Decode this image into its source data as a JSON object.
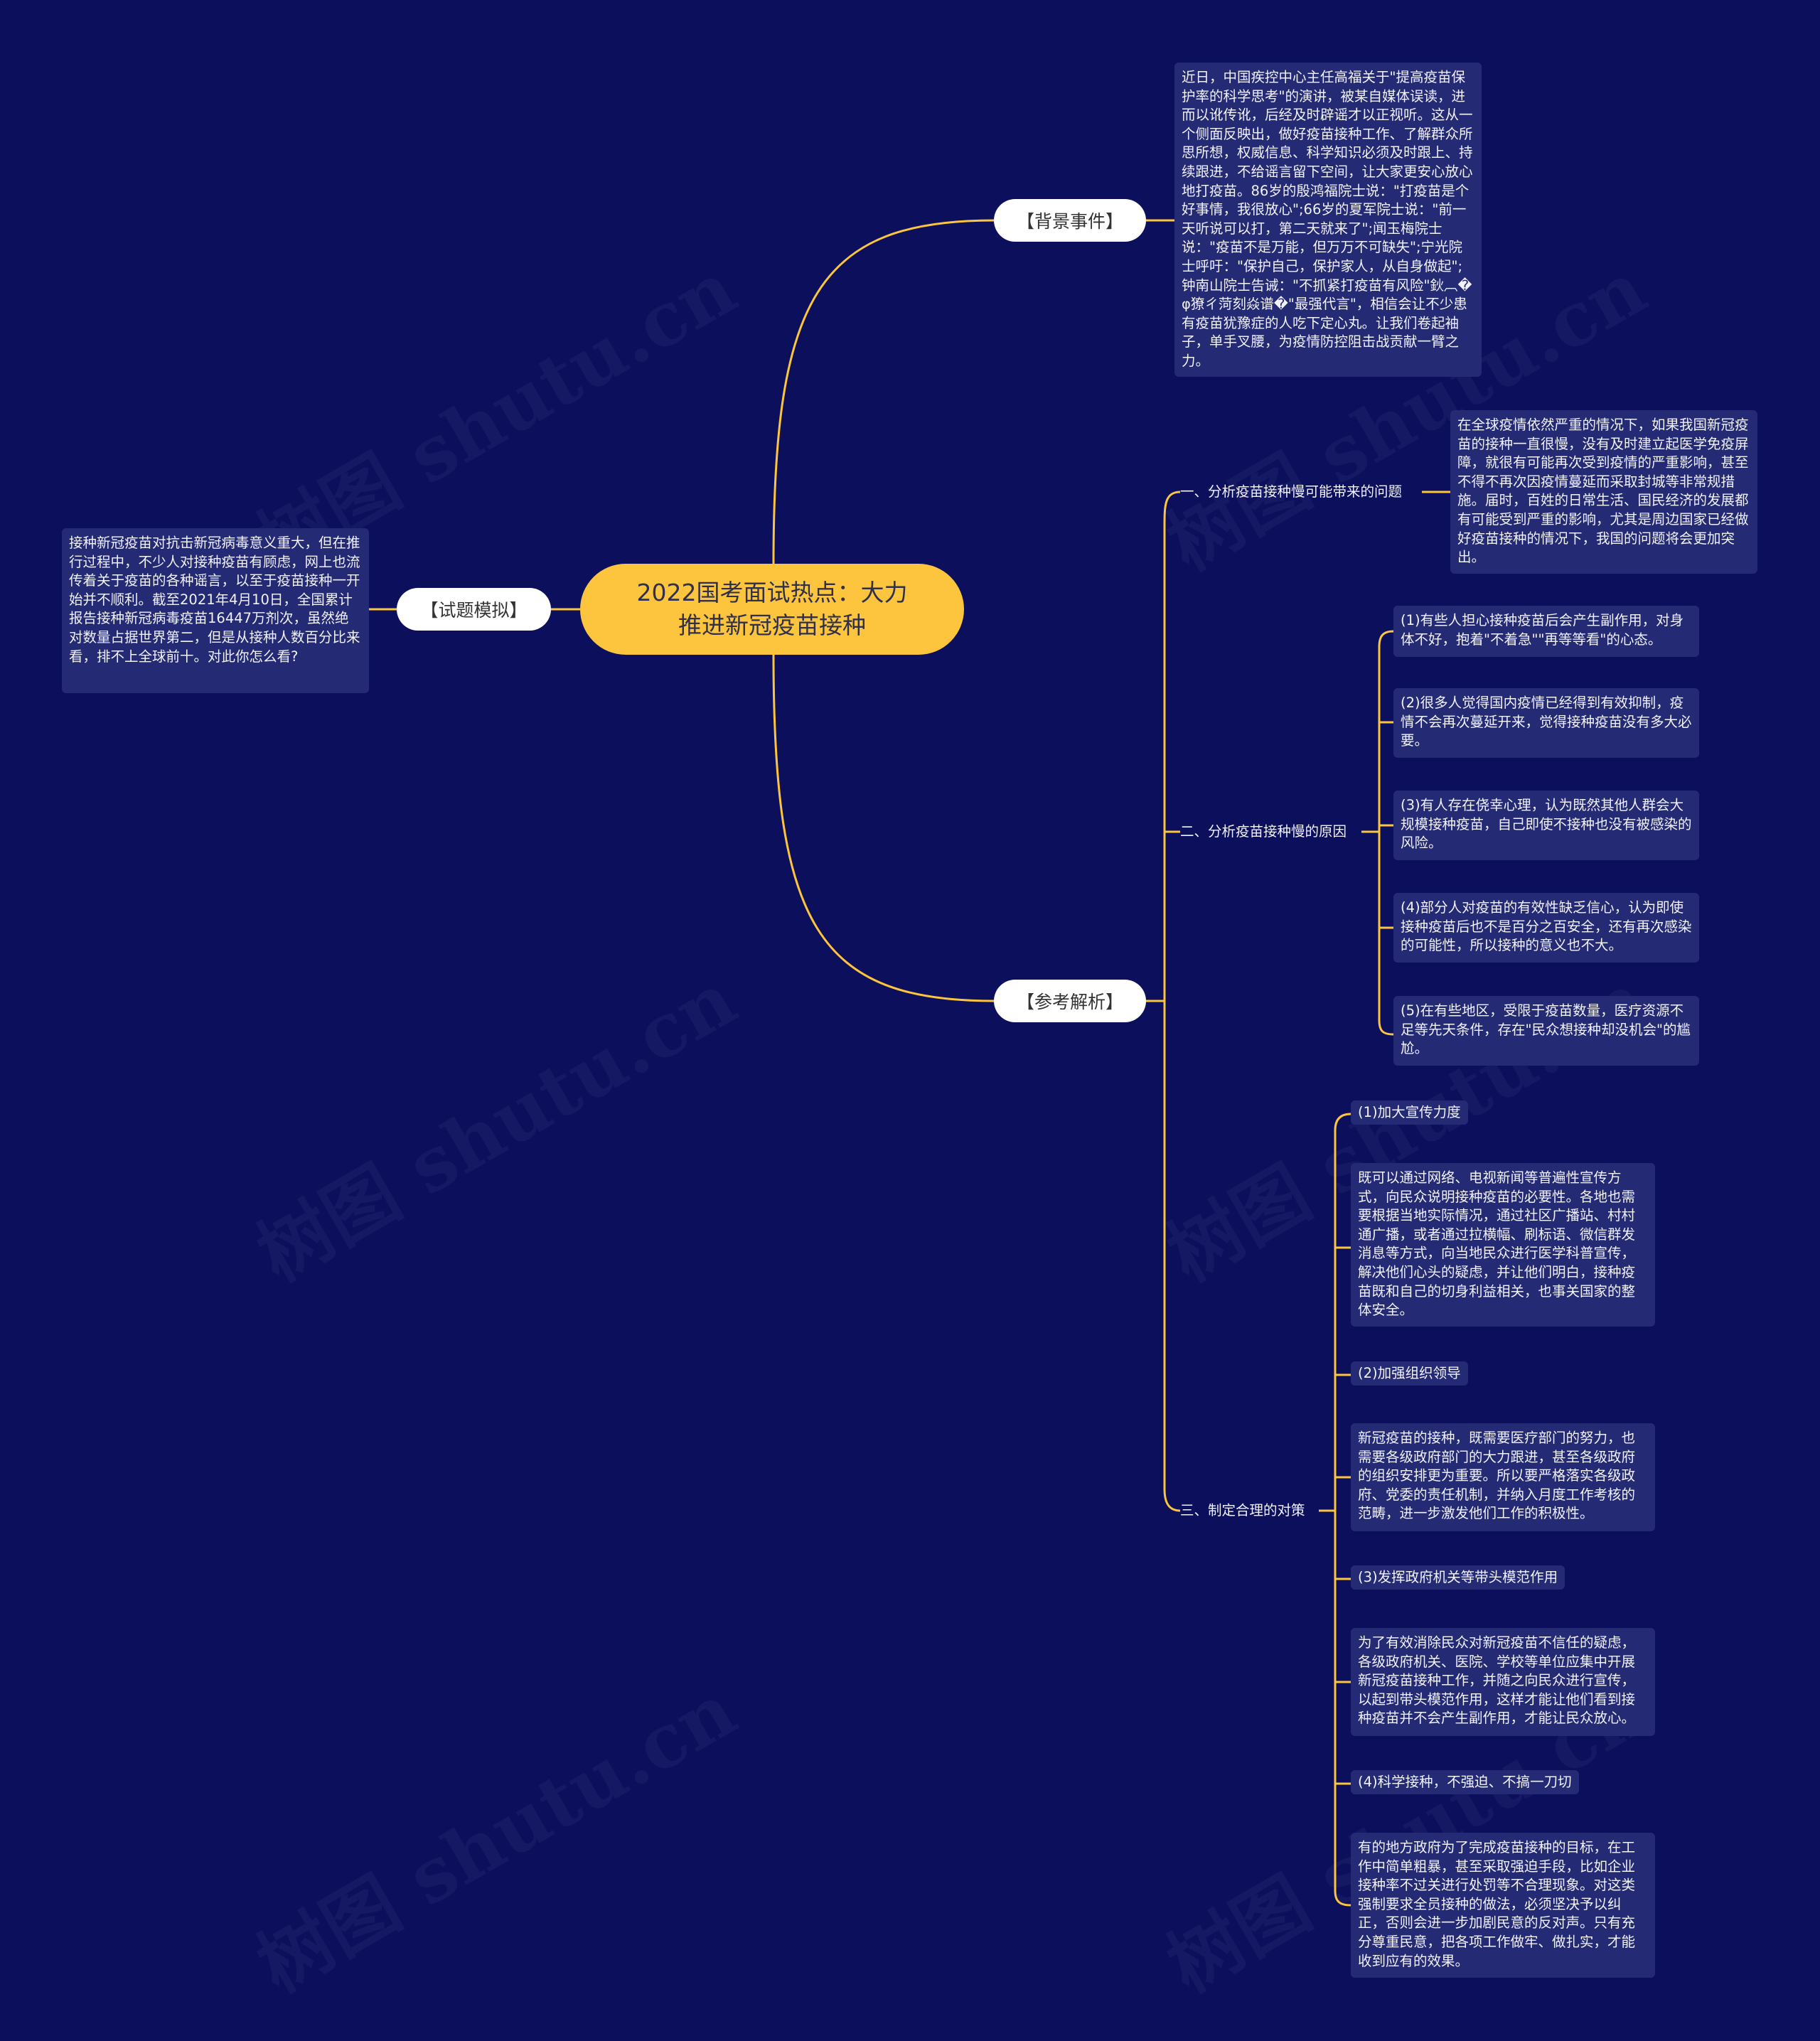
{
  "watermark": "树图 shutu.cn",
  "colors": {
    "background": "#0b0f5c",
    "root": "#fcc53d",
    "line": "#fcc53d",
    "box": "#252a75",
    "pill": "#ffffff"
  },
  "root": {
    "line1": "2022国考面试热点：大力",
    "line2": "推进新冠疫苗接种"
  },
  "branches": {
    "background": {
      "label": "【背景事件】",
      "text": "近日，中国疾控中心主任高福关于\"提高疫苗保护率的科学思考\"的演讲，被某自媒体误读，进而以讹传讹，后经及时辟谣才以正视听。这从一个侧面反映出，做好疫苗接种工作、了解群众所思所想，权威信息、科学知识必须及时跟上、持续跟进，不给谣言留下空间，让大家更安心放心地打疫苗。86岁的殷鸿福院士说：\"打疫苗是个好事情，我很放心\";66岁的夏军院士说：\"前一天听说可以打，第二天就来了\";闻玉梅院士说：\"疫苗不是万能，但万万不可缺失\";宁光院士呼吁：\"保护自己，保护家人，从自身做起\";钟南山院士告诫：\"不抓紧打疫苗有风险\"鈥︹�φ獠ㄔ菏刻焱谱�\"最强代言\"，相信会让不少患有疫苗犹豫症的人吃下定心丸。让我们卷起袖子，单手叉腰，为疫情防控阻击战贡献一臂之力。"
    },
    "simulation": {
      "label": "【试题模拟】",
      "text": "接种新冠疫苗对抗击新冠病毒意义重大，但在推行过程中，不少人对接种疫苗有顾虑，网上也流传着关于疫苗的各种谣言，以至于疫苗接种一开始并不顺利。截至2021年4月10日，全国累计报告接种新冠病毒疫苗16447万剂次，虽然绝对数量占据世界第二，但是从接种人数百分比来看，排不上全球前十。对此你怎么看?"
    },
    "analysis": {
      "label": "【参考解析】",
      "section1": {
        "title": "一、分析疫苗接种慢可能带来的问题",
        "text": "在全球疫情依然严重的情况下，如果我国新冠疫苗的接种一直很慢，没有及时建立起医学免疫屏障，就很有可能再次受到疫情的严重影响，甚至不得不再次因疫情蔓延而采取封城等非常规措施。届时，百姓的日常生活、国民经济的发展都有可能受到严重的影响，尤其是周边国家已经做好疫苗接种的情况下，我国的问题将会更加突出。"
      },
      "section2": {
        "title": "二、分析疫苗接种慢的原因",
        "items": [
          "(1)有些人担心接种疫苗后会产生副作用，对身体不好，抱着\"不着急\"\"再等等看\"的心态。",
          "(2)很多人觉得国内疫情已经得到有效抑制，疫情不会再次蔓延开来，觉得接种疫苗没有多大必要。",
          "(3)有人存在侥幸心理，认为既然其他人群会大规模接种疫苗，自己即使不接种也没有被感染的风险。",
          "(4)部分人对疫苗的有效性缺乏信心，认为即使接种疫苗后也不是百分之百安全，还有再次感染的可能性，所以接种的意义也不大。",
          "(5)在有些地区，受限于疫苗数量，医疗资源不足等先天条件，存在\"民众想接种却没机会\"的尴尬。"
        ]
      },
      "section3": {
        "title": "三、制定合理的对策",
        "items": [
          {
            "heading": "(1)加大宣传力度",
            "text": "既可以通过网络、电视新闻等普遍性宣传方式，向民众说明接种疫苗的必要性。各地也需要根据当地实际情况，通过社区广播站、村村通广播，或者通过拉横幅、刷标语、微信群发消息等方式，向当地民众进行医学科普宣传，解决他们心头的疑虑，并让他们明白，接种疫苗既和自己的切身利益相关，也事关国家的整体安全。"
          },
          {
            "heading": "(2)加强组织领导",
            "text": "新冠疫苗的接种，既需要医疗部门的努力，也需要各级政府部门的大力跟进，甚至各级政府的组织安排更为重要。所以要严格落实各级政府、党委的责任机制，并纳入月度工作考核的范畴，进一步激发他们工作的积极性。"
          },
          {
            "heading": "(3)发挥政府机关等带头模范作用",
            "text": "为了有效消除民众对新冠疫苗不信任的疑虑，各级政府机关、医院、学校等单位应集中开展新冠疫苗接种工作，并随之向民众进行宣传，以起到带头模范作用，这样才能让他们看到接种疫苗并不会产生副作用，才能让民众放心。"
          },
          {
            "heading": "(4)科学接种，不强迫、不搞一刀切",
            "text": "有的地方政府为了完成疫苗接种的目标，在工作中简单粗暴，甚至采取强迫手段，比如企业接种率不过关进行处罚等不合理现象。对这类强制要求全员接种的做法，必须坚决予以纠正，否则会进一步加剧民意的反对声。只有充分尊重民意，把各项工作做牢、做扎实，才能收到应有的效果。"
          }
        ]
      }
    }
  }
}
